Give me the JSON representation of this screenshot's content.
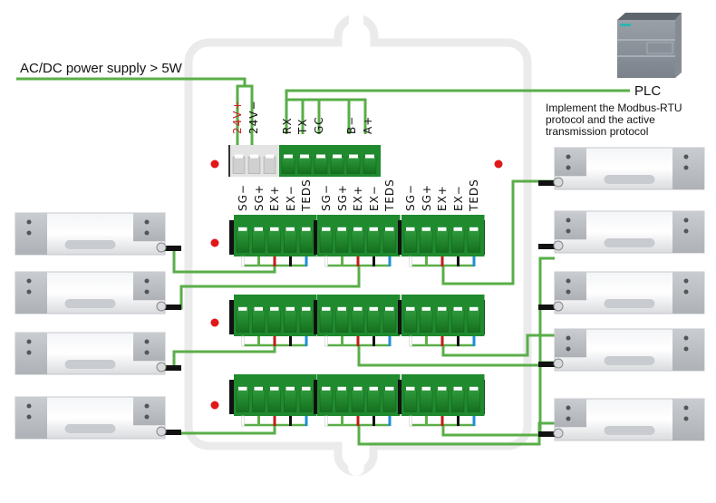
{
  "labels": {
    "power_supply": "AC/DC power supply > 5W",
    "plc": "PLC",
    "protocol_note_line1": "Implement the Modbus-RTU",
    "protocol_note_line2": "protocol and the active",
    "protocol_note_line3": "transmission protocol"
  },
  "power_terminal": {
    "pins": [
      {
        "label": "24V+",
        "color": "#d4202a"
      },
      {
        "label": "24V−",
        "color": "#111111"
      }
    ]
  },
  "comm_terminal": {
    "pins": [
      "RX",
      "TX",
      "GC",
      "",
      "B−",
      "A+"
    ]
  },
  "sensor_terminal_pins": [
    "SG−",
    "SG+",
    "EX+",
    "EX−",
    "TEDS"
  ],
  "sensor_terminal_rows": 3,
  "sensor_terminals_per_row": 3,
  "wire_colors": {
    "sg_minus": "#ffffff",
    "sg_plus": "#5fb04a",
    "ex_plus": "#c41a1a",
    "ex_minus": "#111111",
    "teds": "#1e8fd6"
  },
  "colors": {
    "wire": "#5aae48",
    "terminal_green": "#1f8a2e",
    "terminal_dark": "#0f6a1c",
    "enclosure": "#ebebeb",
    "indicator_dot": "#e01818"
  },
  "load_cells": {
    "left_count": 4,
    "right_count": 5
  }
}
